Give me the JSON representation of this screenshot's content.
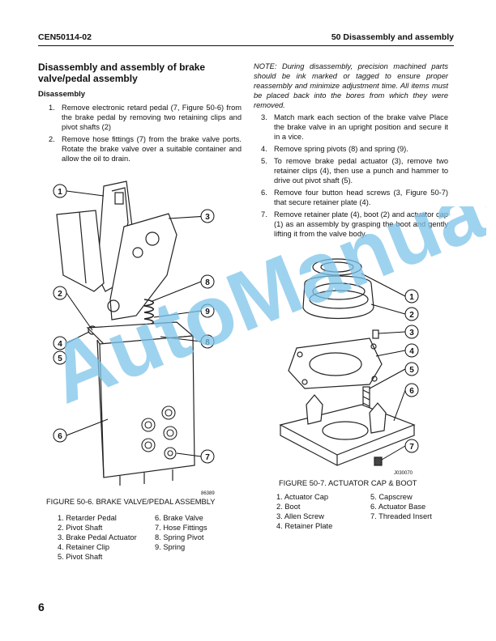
{
  "header": {
    "doc_id": "CEN50114-02",
    "section": "50 Disassembly and assembly"
  },
  "title": "Disassembly and assembly of brake valve/pedal assembly",
  "subheading": "Disassembly",
  "left_steps": [
    {
      "num": "1.",
      "text": "Remove electronic retard pedal (7, Figure 50-6) from the brake pedal by removing two retaining clips and pivot shafts (2)"
    },
    {
      "num": "2.",
      "text": "Remove hose fittings (7) from the brake valve ports. Rotate the brake valve over a suitable container and allow the oil to drain."
    }
  ],
  "note": "NOTE: During disassembly, precision machined parts should be ink marked or tagged to ensure proper reassembly and minimize adjustment time. All items must be placed back into the bores from which they were removed.",
  "right_steps": [
    {
      "num": "3.",
      "text": "Match mark each section of the brake valve Place the brake valve in an upright position and secure it in a vice."
    },
    {
      "num": "4.",
      "text": "Remove spring pivots (8) and spring (9)."
    },
    {
      "num": "5.",
      "text": "To remove brake pedal actuator (3), remove two retainer clips (4), then use a punch and hammer to drive out pivot shaft (5)."
    },
    {
      "num": "6.",
      "text": "Remove four button head screws (3, Figure 50-7) that secure retainer plate (4)."
    },
    {
      "num": "7.",
      "text": "Remove retainer plate (4), boot (2) and actuator cap (1) as an assembly by grasping the boot and gently lifting it from the valve body."
    }
  ],
  "figure1": {
    "caption": "FIGURE 50-6. BRAKE VALVE/PEDAL ASSEMBLY",
    "image_id": "86389",
    "callouts": [
      "1",
      "2",
      "3",
      "4",
      "5",
      "6",
      "7",
      "8",
      "9",
      "8"
    ],
    "legend_col1": [
      "1. Retarder Pedal",
      "2. Pivot Shaft",
      "3. Brake Pedal Actuator",
      "4. Retainer Clip",
      "5. Pivot Shaft"
    ],
    "legend_col2": [
      "6. Brake Valve",
      "7. Hose Fittings",
      "8. Spring Pivot",
      "9. Spring"
    ]
  },
  "figure2": {
    "caption": "FIGURE 50-7. ACTUATOR CAP & BOOT",
    "image_id": "J030070",
    "callouts": [
      "1",
      "2",
      "3",
      "4",
      "5",
      "6",
      "7"
    ],
    "legend_col1": [
      "1. Actuator Cap",
      "2. Boot",
      "3. Allen Screw",
      "4. Retainer Plate"
    ],
    "legend_col2": [
      "5. Capscrew",
      "6. Actuator Base",
      "7. Threaded Insert"
    ]
  },
  "page_number": "6",
  "watermark": "AutoManual",
  "colors": {
    "watermark": "#7ec4ea",
    "text": "#111111"
  }
}
